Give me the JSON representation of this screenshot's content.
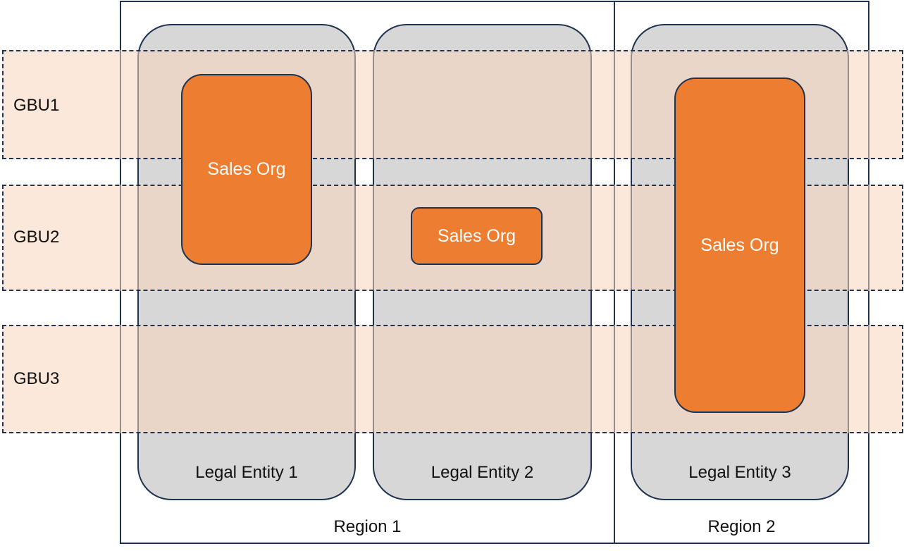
{
  "regions": [
    {
      "label": "Region 1"
    },
    {
      "label": "Region 2"
    }
  ],
  "entities": [
    {
      "label": "Legal Entity 1"
    },
    {
      "label": "Legal Entity 2"
    },
    {
      "label": "Legal Entity 3"
    }
  ],
  "gbus": [
    {
      "label": "GBU1"
    },
    {
      "label": "GBU2"
    },
    {
      "label": "GBU3"
    }
  ],
  "sales_orgs": [
    {
      "label": "Sales Org"
    },
    {
      "label": "Sales Org"
    },
    {
      "label": "Sales Org"
    }
  ],
  "colors": {
    "border": "#1f3350",
    "entity_fill": "#d7d7d7",
    "gbu_fill": "#f9d6be",
    "sales_fill": "#ed7d31"
  }
}
